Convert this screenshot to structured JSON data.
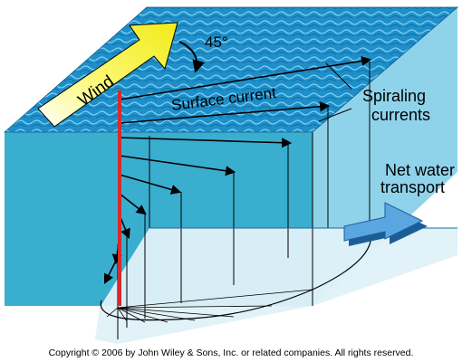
{
  "labels": {
    "wind": "Wind",
    "angle": "45°",
    "surface_current": "Surface current",
    "spiraling_line1": "Spiraling",
    "spiraling_line2": "currents",
    "net_line1": "Net water",
    "net_line2": "transport"
  },
  "copyright": "Copyright © 2006 by John Wiley & Sons, Inc. or related companies.  All rights reserved.",
  "colors": {
    "surface": "#1e8fc9",
    "front_face": "#3aaecf",
    "side_face": "#8fd3ea",
    "ekman_floor": "#dff1f8",
    "wind_arrow": "#f7f53a",
    "axis": "#d62b2b",
    "net_arrow": "#3f86c8"
  }
}
